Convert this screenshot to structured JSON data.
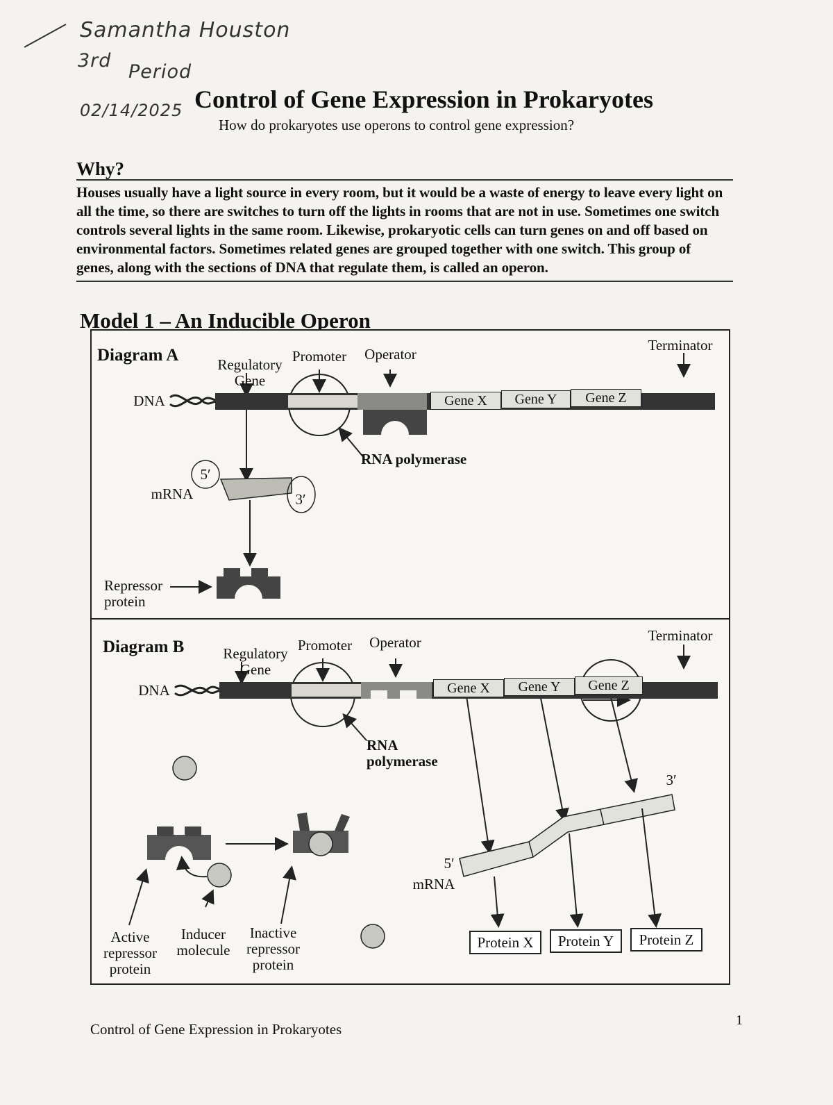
{
  "handwriting": {
    "name": "Samantha Houston",
    "period_num": "3rd",
    "period_word": "Period",
    "date": "02/14/2025"
  },
  "title": "Control of Gene Expression in Prokaryotes",
  "subtitle": "How do prokaryotes use operons to control gene expression?",
  "why": {
    "heading": "Why?",
    "lines": [
      "Houses usually have a light source in every room, but it would be a waste of energy to leave every light on",
      "all the time, so there are switches to turn off the lights in rooms that are not in use. Sometimes one switch",
      "controls several lights in the same room. Likewise, prokaryotic cells can turn genes on and off based on",
      "environmental factors. Sometimes related genes are grouped together with one switch. This group of",
      "genes, along with the sections of DNA that regulate them, is called an"
    ],
    "bold_term": "operon."
  },
  "model": {
    "title": "Model 1 – An Inducible Operon",
    "diagram_a": {
      "title": "Diagram A",
      "regulatory": "Regulatory",
      "gene": "Gene",
      "promoter": "Promoter",
      "operator": "Operator",
      "terminator": "Terminator",
      "dna": "DNA",
      "genes": [
        "Gene X",
        "Gene Y",
        "Gene Z"
      ],
      "rna_polymerase": "RNA polymerase",
      "five_prime": "5′",
      "three_prime": "3′",
      "mrna": "mRNA",
      "repressor": "Repressor",
      "protein": "protein"
    },
    "diagram_b": {
      "title": "Diagram B",
      "regulatory": "Regulatory",
      "gene": "Gene",
      "promoter": "Promoter",
      "operator": "Operator",
      "terminator": "Terminator",
      "dna": "DNA",
      "genes": [
        "Gene X",
        "Gene Y",
        "Gene Z"
      ],
      "rna": "RNA",
      "polymerase": "polymerase",
      "five_prime": "5′",
      "three_prime": "3′",
      "mrna": "mRNA",
      "active": [
        "Active",
        "repressor",
        "protein"
      ],
      "inducer": [
        "Inducer",
        "molecule"
      ],
      "inactive": [
        "Inactive",
        "repressor",
        "protein"
      ],
      "proteins": [
        "Protein X",
        "Protein Y",
        "Protein Z"
      ]
    }
  },
  "footer": "Control of Gene Expression in Prokaryotes",
  "page_number": "1"
}
